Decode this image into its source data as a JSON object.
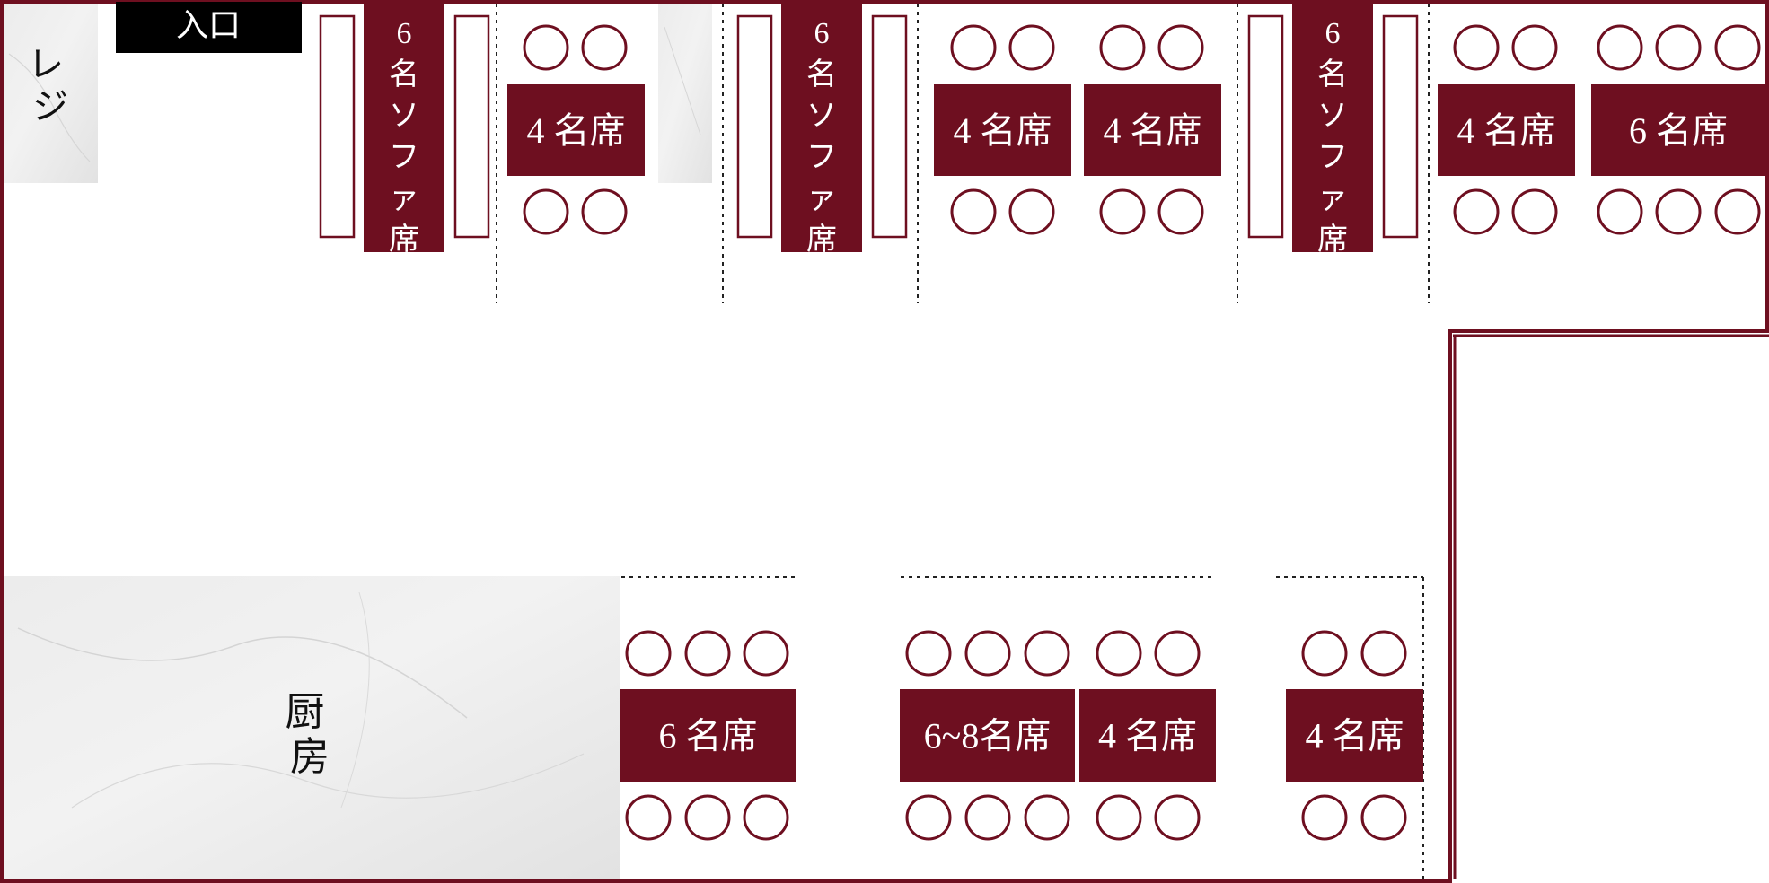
{
  "colors": {
    "accent": "#6e0f20",
    "wall": "#6e0f20",
    "marble": "#e8e8e8",
    "entrance_bg": "#000000",
    "text_light": "#ffffff",
    "text_dark": "#111111"
  },
  "labels": {
    "entrance": "入口",
    "register": "レジ",
    "kitchen": "厨房"
  },
  "sofa_seats": [
    {
      "label": "6名ソファ席",
      "capacity": 6
    },
    {
      "label": "6名ソファ席",
      "capacity": 6
    },
    {
      "label": "6名ソファ席",
      "capacity": 6
    }
  ],
  "tables_top": [
    {
      "label": "4 名席",
      "capacity": 4
    },
    {
      "label": "4 名席",
      "capacity": 4
    },
    {
      "label": "4 名席",
      "capacity": 4
    },
    {
      "label": "4 名席",
      "capacity": 4
    },
    {
      "label": "6 名席",
      "capacity": 6
    }
  ],
  "tables_bottom": [
    {
      "label": "6 名席",
      "capacity": 6
    },
    {
      "label": "6~8名席",
      "capacity": 8
    },
    {
      "label": "4 名席",
      "capacity": 4
    },
    {
      "label": "4 名席",
      "capacity": 4
    }
  ]
}
